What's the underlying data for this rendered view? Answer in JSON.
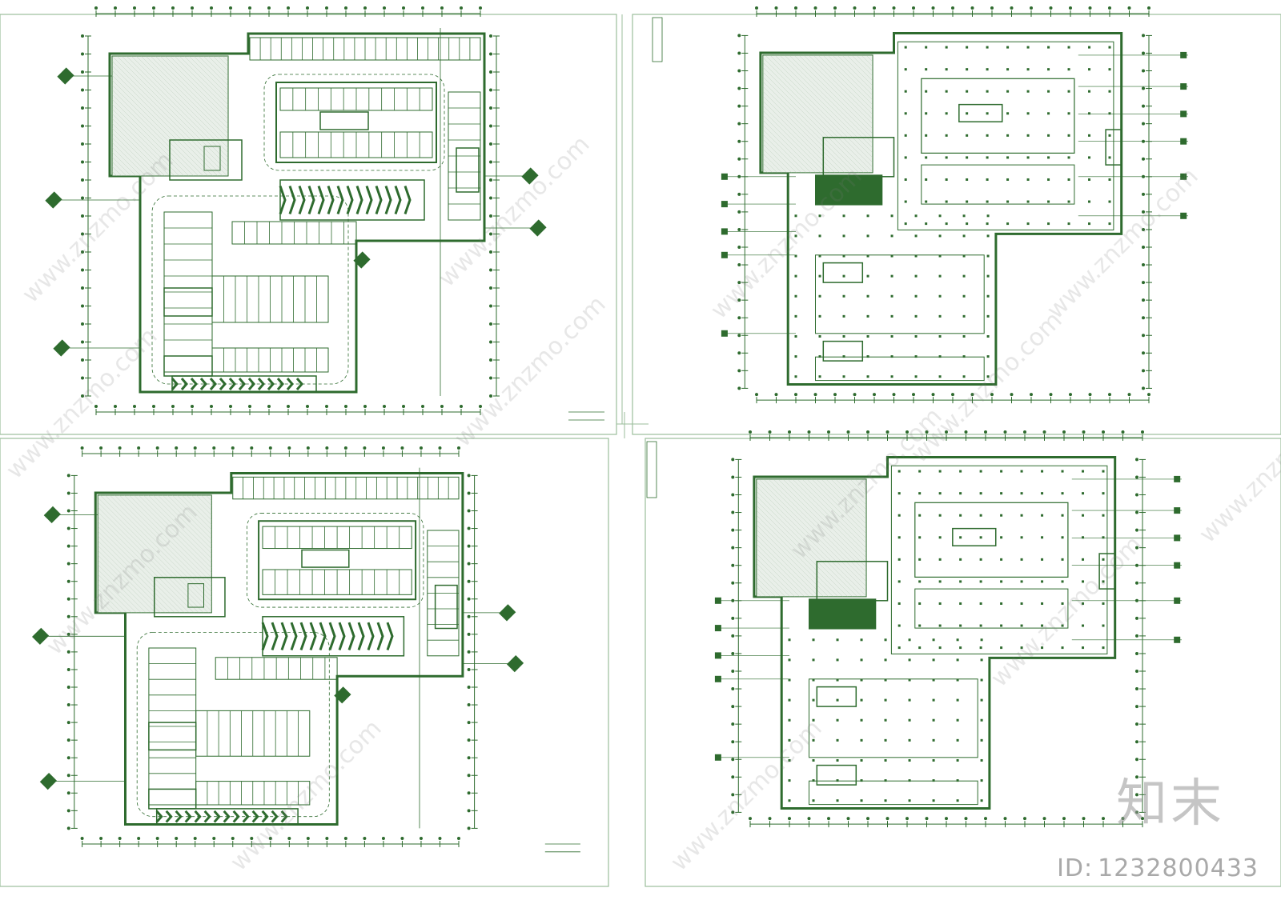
{
  "colors": {
    "line": "#2e6b2e",
    "fill": "#2e6b2e",
    "frame": "#9bbd9b",
    "watermark": "#9a9a9a"
  },
  "sheets": [
    {
      "id": "top-left",
      "kind": "parking",
      "has_title_block": true
    },
    {
      "id": "top-right",
      "kind": "structure",
      "has_title_block": true
    },
    {
      "id": "bottom-left",
      "kind": "parking",
      "has_title_block": true
    },
    {
      "id": "bottom-right",
      "kind": "structure",
      "has_title_block": false
    }
  ],
  "watermark": {
    "brand": "知末",
    "id_label": "ID:",
    "id_value": "1232800433",
    "site": "www.znzmo.com"
  }
}
